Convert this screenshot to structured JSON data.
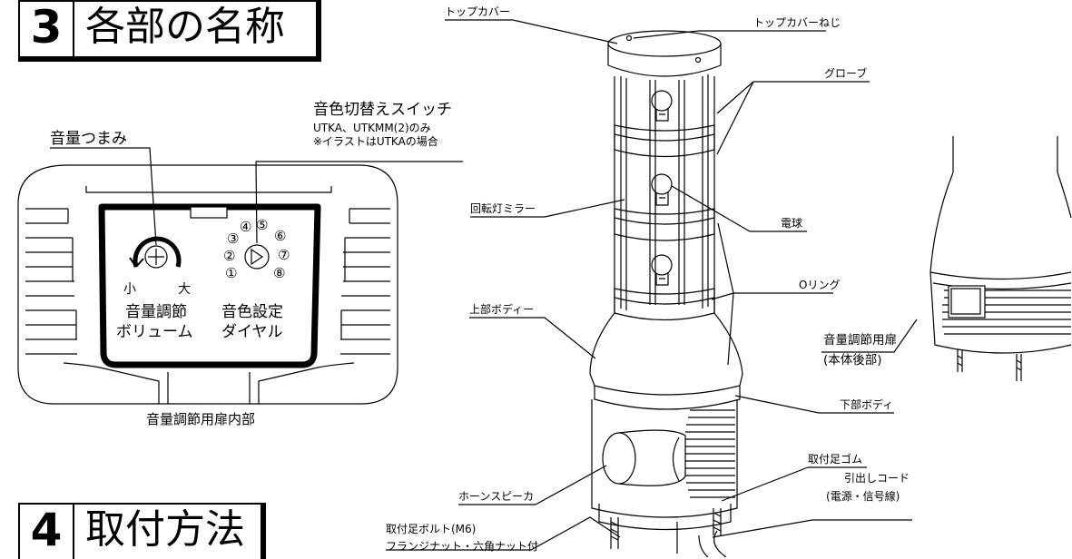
{
  "sections": [
    {
      "number": "3",
      "title": "各部の名称"
    },
    {
      "number": "4",
      "title": "取付方法"
    }
  ],
  "panel": {
    "volume_knob": "音量つまみ",
    "tone_switch": "音色切替えスイッチ",
    "tone_note1": "UTKA、UTKMM(2)のみ",
    "tone_note2": "※イラストはUTKAの場合",
    "small": "小",
    "large": "大",
    "volume_label1": "音量調節",
    "volume_label2": "ボリューム",
    "tone_label1": "音色設定",
    "tone_label2": "ダイヤル",
    "caption": "音量調節用扉内部",
    "dial_numbers": [
      "①",
      "②",
      "③",
      "④",
      "⑤",
      "⑥",
      "⑦",
      "⑧"
    ]
  },
  "parts": {
    "top_cover": "トップカバー",
    "top_cover_screw": "トップカバーねじ",
    "globe": "グローブ",
    "mirror": "回転灯ミラー",
    "bulb": "電球",
    "o_ring": "Oリング",
    "upper_body": "上部ボディー",
    "lower_body": "下部ボディ",
    "mount_rubber": "取付足ゴム",
    "lead_cord1": "引出しコード",
    "lead_cord2": "(電源・信号線)",
    "horn_speaker": "ホーンスピーカ",
    "mount_bolt1": "取付足ボルト(M6)",
    "mount_bolt2": "フランジナット・六角ナット付",
    "volume_door1": "音量調節用扉",
    "volume_door2": "(本体後部)"
  }
}
